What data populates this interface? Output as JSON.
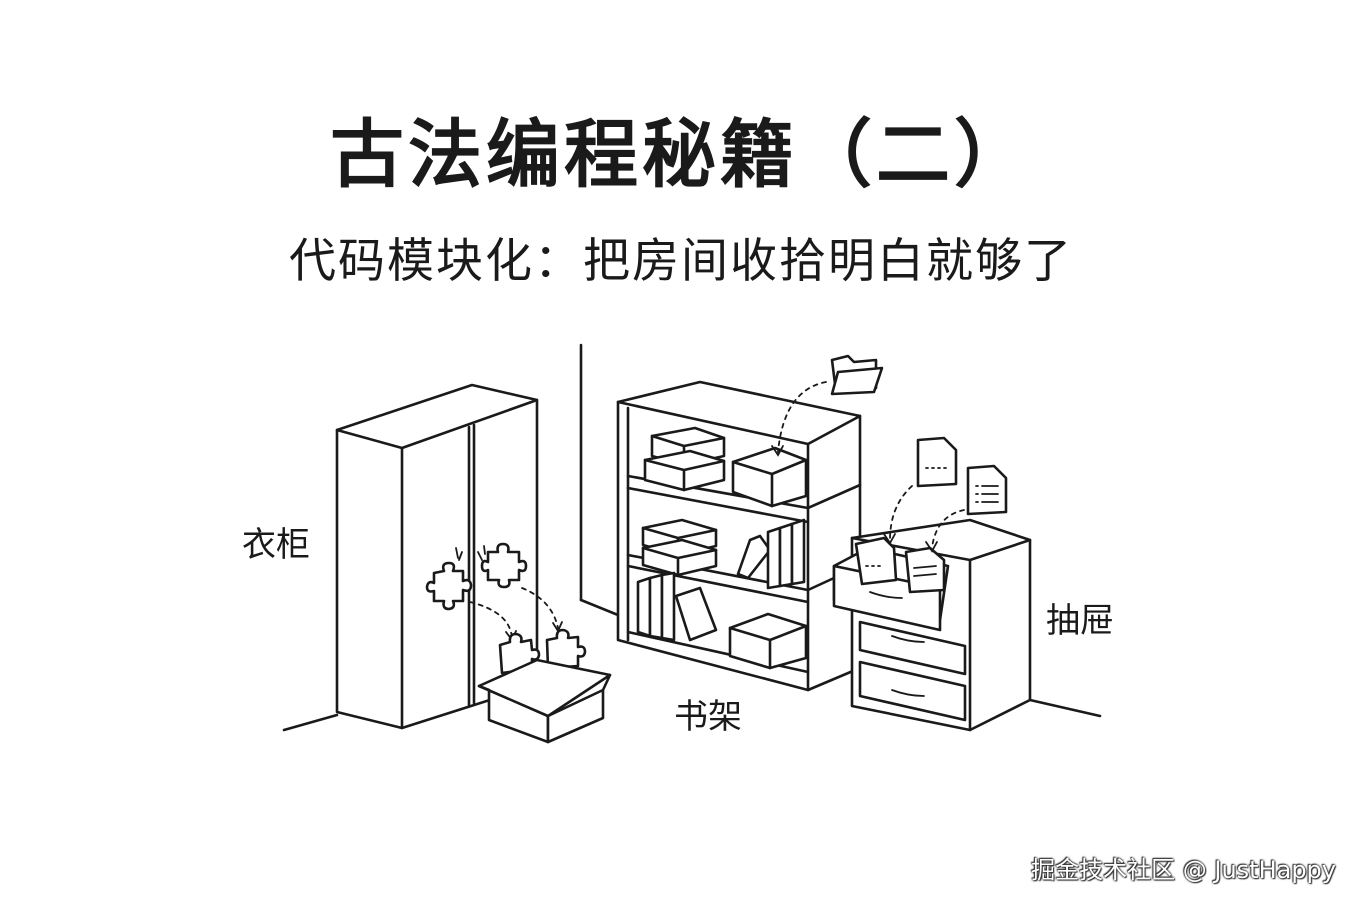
{
  "title": "古法编程秘籍（二）",
  "subtitle": "代码模块化：把房间收拾明白就够了",
  "labels": {
    "wardrobe": "衣柜",
    "bookshelf": "书架",
    "drawer": "抽屉"
  },
  "watermark": "掘金技术社区 @ JustHappy",
  "icons": [
    "folder-icon",
    "document-icon",
    "list-document-icon",
    "puzzle-piece-icon",
    "arrow-icon"
  ]
}
